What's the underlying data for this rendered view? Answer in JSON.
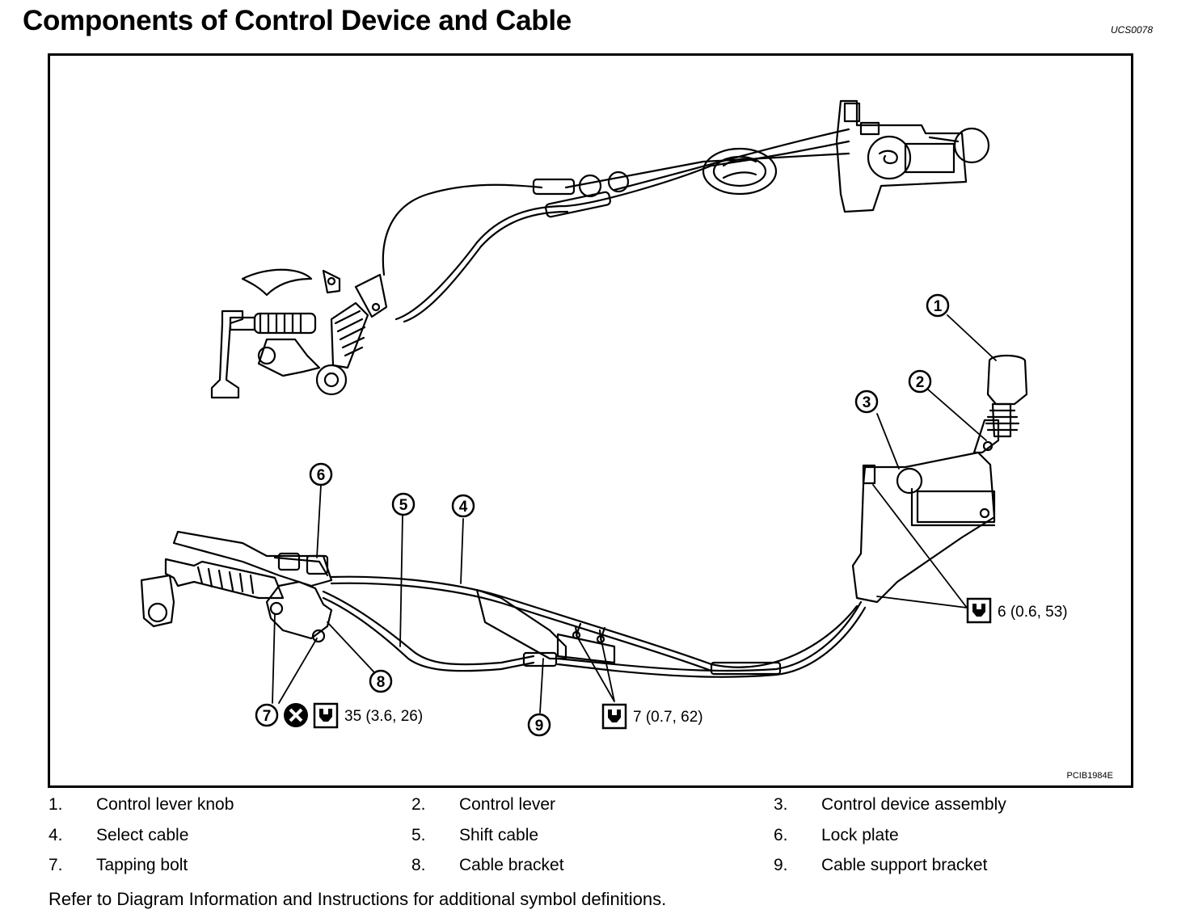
{
  "header": {
    "title": "Components of Control Device and Cable",
    "doc_code": "UCS0078"
  },
  "figure": {
    "code": "PCIB1984E",
    "callouts": {
      "c1": "1",
      "c2": "2",
      "c3": "3",
      "c4": "4",
      "c5": "5",
      "c6": "6",
      "c7": "7",
      "c8": "8",
      "c9": "9"
    },
    "torque_specs": {
      "t1": "6 (0.6, 53)",
      "t2": "35 (3.6, 26)",
      "t3": "7 (0.7, 62)"
    }
  },
  "legend": {
    "items": [
      {
        "num": "1.",
        "label": "Control lever knob"
      },
      {
        "num": "2.",
        "label": "Control lever"
      },
      {
        "num": "3.",
        "label": "Control device assembly"
      },
      {
        "num": "4.",
        "label": "Select cable"
      },
      {
        "num": "5.",
        "label": "Shift cable"
      },
      {
        "num": "6.",
        "label": "Lock plate"
      },
      {
        "num": "7.",
        "label": "Tapping bolt"
      },
      {
        "num": "8.",
        "label": "Cable bracket"
      },
      {
        "num": "9.",
        "label": "Cable support bracket"
      }
    ]
  },
  "footnote": "Refer to Diagram Information and Instructions for additional symbol definitions."
}
